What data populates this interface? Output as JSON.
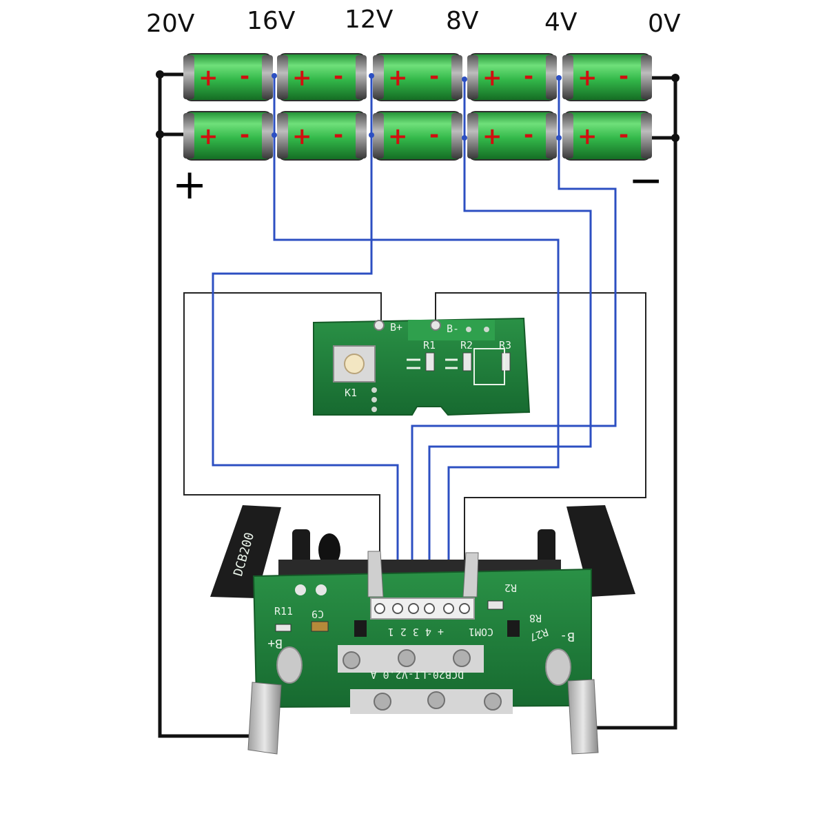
{
  "voltage_labels": [
    "20V",
    "16V",
    "12V",
    "8V",
    "4V",
    "0V"
  ],
  "cell_polarity": {
    "plus": "+",
    "minus": "-"
  },
  "pack_terminals": {
    "positive": "+",
    "negative": "−"
  },
  "upper_board": {
    "switch_label": "K1",
    "silkscreen": [
      "B+",
      "B-",
      "R1",
      "R2",
      "R3"
    ]
  },
  "main_board": {
    "model_text": "DCB20-LI-V2.0 A",
    "bp_label": "B+",
    "bm_label": "B-",
    "com_label": "COM1",
    "pin_marks": "+  4  3  2  1",
    "parts": [
      "R11",
      "C9",
      "R2",
      "R27",
      "R8"
    ],
    "housing_text": "DCB200"
  },
  "colors": {
    "cell_green": "#33b84a",
    "wire_blue": "#2c4fc2",
    "pcb_green": "#1f7a3a",
    "polarity_red": "#d01010"
  }
}
